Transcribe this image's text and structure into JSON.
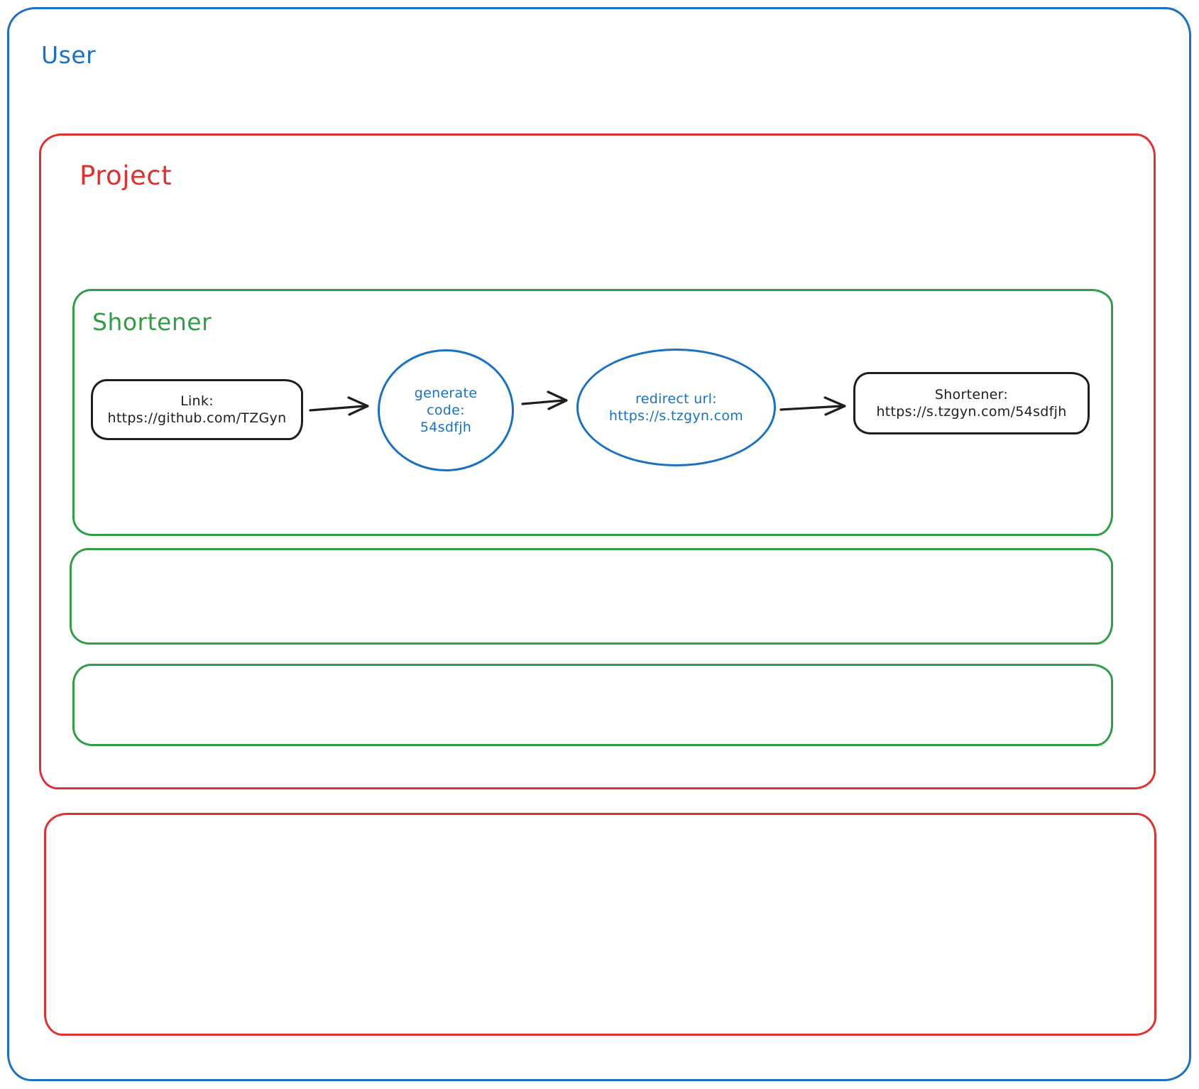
{
  "diagram": {
    "user": {
      "label": "User"
    },
    "project": {
      "label": "Project"
    },
    "shortener": {
      "label": "Shortener"
    },
    "nodes": {
      "link": {
        "line1": "Link:",
        "line2": "https://github.com/TZGyn"
      },
      "generate": {
        "line1": "generate",
        "line2": "code:",
        "line3": "54sdfjh"
      },
      "redirect": {
        "line1": "redirect url:",
        "line2": "https://s.tzgyn.com"
      },
      "result": {
        "line1": "Shortener:",
        "line2": "https://s.tzgyn.com/54sdfjh"
      }
    },
    "colors": {
      "blue": "#1971c2",
      "red": "#e03131",
      "green": "#2f9e44",
      "ink": "#1e1e1e",
      "background": "#ffffff"
    }
  }
}
